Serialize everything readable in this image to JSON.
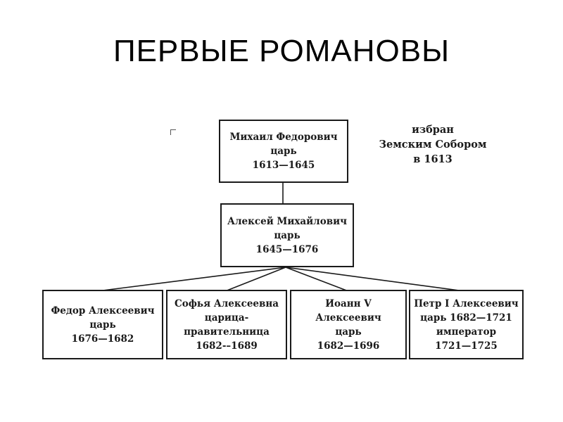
{
  "title": "ПЕРВЫЕ РОМАНОВЫ",
  "annotation": {
    "lines": [
      "избран",
      "Земским Собором",
      "в 1613"
    ]
  },
  "nodes": {
    "mikhail": {
      "lines": [
        "Михаил Федорович",
        "царь",
        "1613—1645"
      ]
    },
    "aleksei": {
      "lines": [
        "Алексей Михайлович",
        "царь",
        "1645—1676"
      ]
    },
    "fedor": {
      "lines": [
        "Федор Алексеевич",
        "царь",
        "1676—1682"
      ]
    },
    "sofya": {
      "lines": [
        "Софья Алексеевна",
        "царица-",
        "правительница",
        "1682-–1689"
      ]
    },
    "ioann": {
      "lines": [
        "Иоанн V",
        "Алексеевич",
        "царь",
        "1682—1696"
      ]
    },
    "petr": {
      "lines": [
        "Петр I Алексеевич",
        "царь 1682—1721",
        "император",
        "1721—1725"
      ]
    }
  }
}
